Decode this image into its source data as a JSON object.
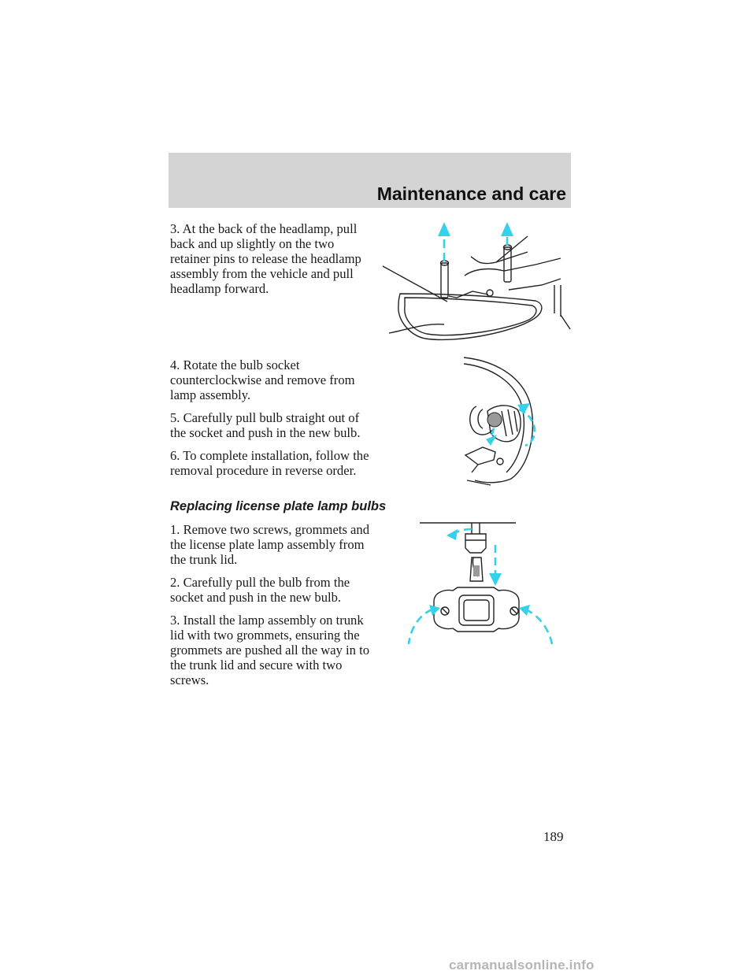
{
  "header": {
    "title": "Maintenance and care"
  },
  "section_headlamp": {
    "step3": "3. At the back of the headlamp, pull back and up slightly on the two retainer pins to release the headlamp assembly from the vehicle and pull headlamp forward.",
    "step4": "4. Rotate the bulb socket counterclockwise and remove from lamp assembly.",
    "step5": "5. Carefully pull bulb straight out of the socket and push in the new bulb.",
    "step6": "6. To complete installation, follow the removal procedure in reverse order."
  },
  "section_license": {
    "heading": "Replacing license plate lamp bulbs",
    "step1": "1. Remove two screws, grommets and the license plate lamp assembly from the trunk lid.",
    "step2": "2. Carefully pull the bulb from the socket and push in the new bulb.",
    "step3": "3. Install the lamp assembly on trunk lid with two grommets, ensuring the grommets are pushed all the way in to the trunk lid and secure with two screws."
  },
  "page_number": "189",
  "watermark": "carmanualsonline.info",
  "colors": {
    "arrow": "#35d0ea",
    "header_band": "#d4d4d4"
  }
}
